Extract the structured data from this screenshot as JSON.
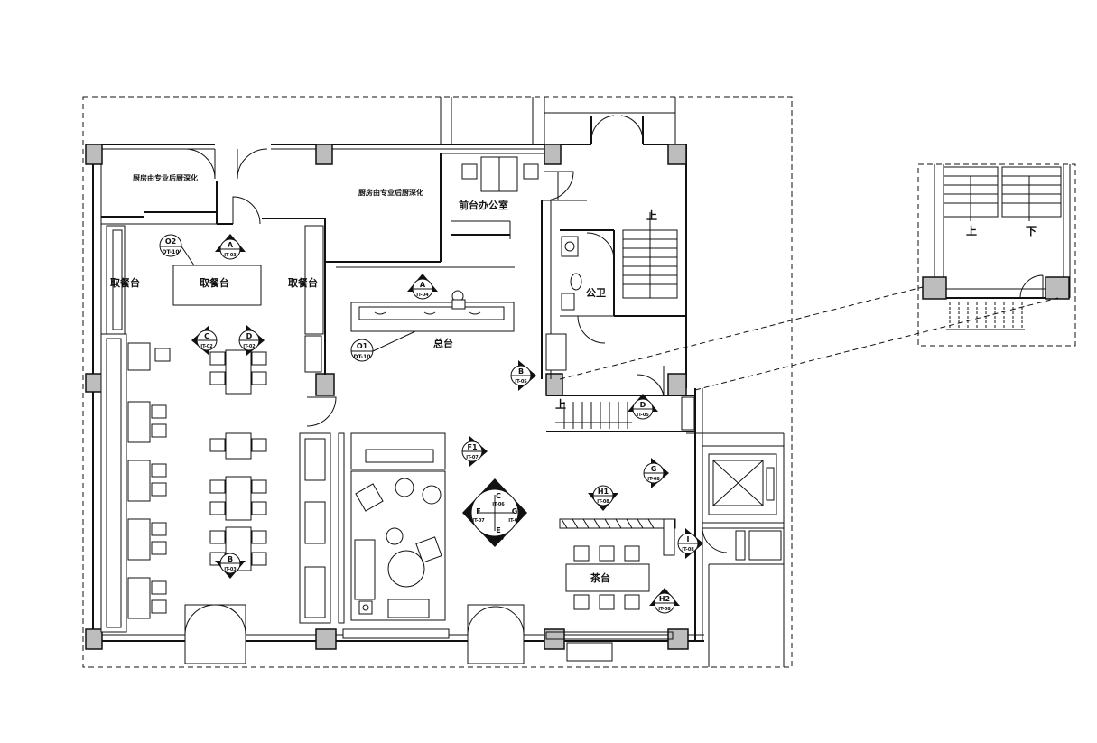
{
  "rooms": {
    "kitchen_left": "厨房由专业后厨深化",
    "kitchen_right": "厨房由专业后厨深化",
    "front_office": "前台办公室",
    "buffet_left": "取餐台",
    "buffet_center": "取餐台",
    "buffet_right": "取餐台",
    "reception": "总台",
    "restroom": "公卫",
    "tea_counter": "茶台"
  },
  "stairs": {
    "up_main": "上",
    "up_lower": "上",
    "inset_up": "上",
    "inset_down": "下"
  },
  "detail_tags": {
    "o2": {
      "id": "O2",
      "ref": "DT-10"
    },
    "o1": {
      "id": "O1",
      "ref": "DT-10"
    }
  },
  "elevation_markers": [
    {
      "letter": "A",
      "ref": "IT-03"
    },
    {
      "letter": "C",
      "ref": "IT-02"
    },
    {
      "letter": "D",
      "ref": "IT-02"
    },
    {
      "letter": "B",
      "ref": "IT-03"
    },
    {
      "letter": "A",
      "ref": "IT-04"
    },
    {
      "letter": "B",
      "ref": "IT-05"
    },
    {
      "letter": "D",
      "ref": "IT-05"
    },
    {
      "letter": "F1",
      "ref": "IT-07"
    },
    {
      "letter": "G",
      "ref": "IT-08"
    },
    {
      "letter": "H1",
      "ref": "IT-08"
    },
    {
      "letter": "H2",
      "ref": "IT-08"
    },
    {
      "letter": "I",
      "ref": "IT-08"
    }
  ],
  "quad_marker": {
    "letters": [
      "C",
      "F",
      "G",
      "E"
    ],
    "refs": [
      "IT-06",
      "IT-07",
      "IT-07",
      "IT-07"
    ]
  }
}
